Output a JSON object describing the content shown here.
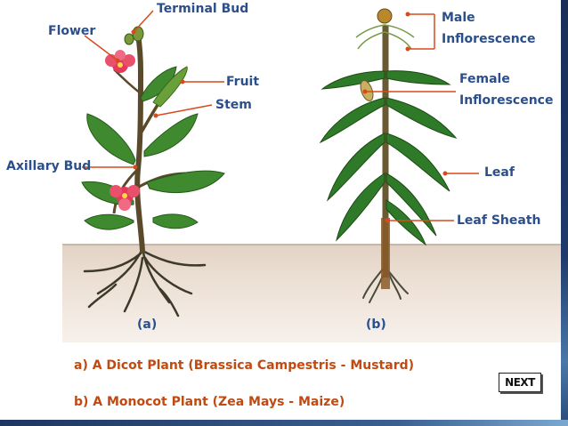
{
  "labels": {
    "terminal_bud": "Terminal Bud",
    "flower": "Flower",
    "fruit": "Fruit",
    "stem": "Stem",
    "axillary_bud": "Axillary Bud",
    "male_inflorescence_1": "Male",
    "male_inflorescence_2": "Inflorescence",
    "female_inflorescence_1": "Female",
    "female_inflorescence_2": "Inflorescence",
    "leaf": "Leaf",
    "leaf_sheath": "Leaf Sheath"
  },
  "panels": {
    "a": "(a)",
    "b": "(b)"
  },
  "captions": {
    "a": "a) A Dicot Plant (Brassica Campestris - Mustard)",
    "b": "b) A Monocot Plant (Zea Mays - Maize)"
  },
  "next_button": "NEXT",
  "colors": {
    "label_text": "#2b4f8a",
    "caption_text": "#c14a12",
    "leader_line": "#d84a1a",
    "leaf_green": "#2f7a2a",
    "soil_top": "#e7d9cc",
    "soil_bottom": "#f5ede6"
  }
}
